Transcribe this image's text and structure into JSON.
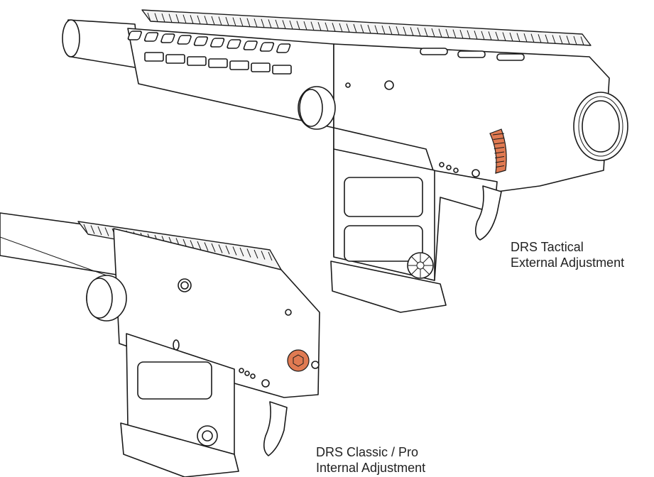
{
  "captions": {
    "tactical": [
      "DRS Tactical",
      "External Adjustment"
    ],
    "classic": [
      "DRS Classic / Pro",
      "Internal Adjustment"
    ]
  },
  "colors": {
    "accent": "#e07a52",
    "line": "#1a1a1a",
    "text": "#222222",
    "background": "#ffffff"
  }
}
